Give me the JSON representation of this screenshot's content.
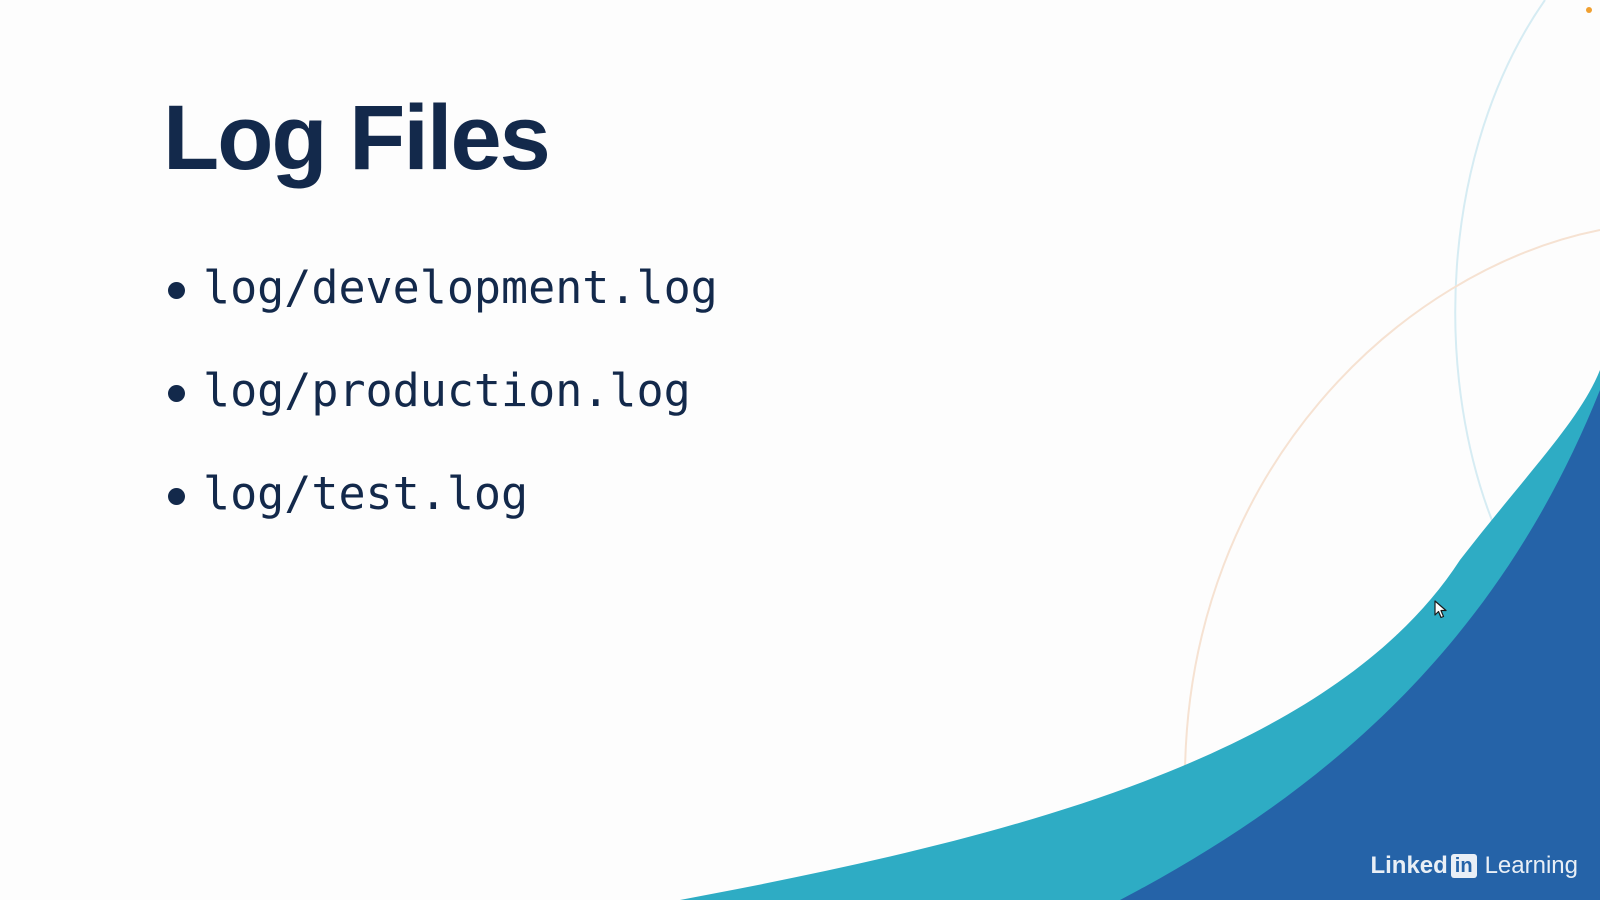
{
  "slide": {
    "title": "Log Files",
    "bullets": [
      {
        "text": "log/development.log"
      },
      {
        "text": "log/production.log"
      },
      {
        "text": "log/test.log"
      }
    ]
  },
  "watermark": {
    "linked": "Linked",
    "in": "in",
    "learning": "Learning"
  },
  "colors": {
    "title": "#13294b",
    "teal_wave": "#2eacc4",
    "blue_wave": "#2563a8",
    "background": "#fdfdfd",
    "accent_dot": "#f0a030"
  },
  "icons": [
    "bullet-dot-icon",
    "mouse-pointer-icon",
    "linkedin-learning-logo"
  ]
}
